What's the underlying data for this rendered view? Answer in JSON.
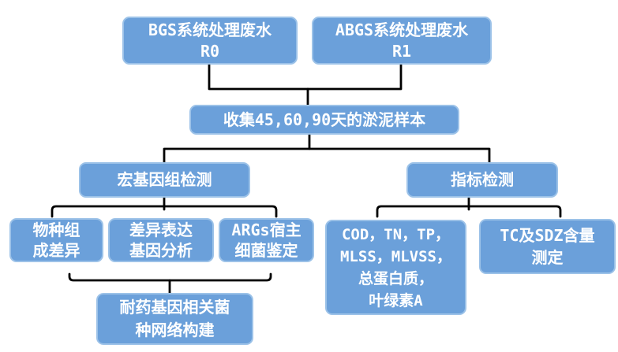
{
  "diagram": {
    "type": "flowchart",
    "colors": {
      "node_fill": "#6BA0DA",
      "node_border": "#9CC2E8",
      "node_text": "#FFFFFF",
      "connector": "#000000",
      "background": "#FFFFFF"
    },
    "nodes": {
      "bgs": {
        "lines": [
          "BGS系统处理废水",
          "R0"
        ]
      },
      "abgs": {
        "lines": [
          "ABGS系统处理废水",
          "R1"
        ]
      },
      "collect": {
        "lines": [
          "收集45,60,90天的淤泥样本"
        ]
      },
      "metagenome": {
        "lines": [
          "宏基因组检测"
        ]
      },
      "indicator": {
        "lines": [
          "指标检测"
        ]
      },
      "species": {
        "lines": [
          "物种组",
          "成差异"
        ]
      },
      "diffexpr": {
        "lines": [
          "差异表达",
          "基因分析"
        ]
      },
      "args_host": {
        "lines": [
          "ARGs宿主",
          "细菌鉴定"
        ]
      },
      "cod": {
        "lines": [
          "COD，TN，TP，",
          "MLSS，MLVSS，",
          "总蛋白质，",
          "叶绿素A"
        ]
      },
      "tc_sdz": {
        "lines": [
          "TC及SDZ含量",
          "测定"
        ]
      },
      "network": {
        "lines": [
          "耐药基因相关菌",
          "种网络构建"
        ]
      }
    },
    "edges": [
      {
        "from": "bgs",
        "to": "collect"
      },
      {
        "from": "abgs",
        "to": "collect"
      },
      {
        "from": "collect",
        "to": "metagenome"
      },
      {
        "from": "collect",
        "to": "indicator"
      },
      {
        "from": "metagenome",
        "to": "species"
      },
      {
        "from": "metagenome",
        "to": "diffexpr"
      },
      {
        "from": "metagenome",
        "to": "args_host"
      },
      {
        "from": "indicator",
        "to": "cod"
      },
      {
        "from": "indicator",
        "to": "tc_sdz"
      },
      {
        "from": "species",
        "to": "network"
      },
      {
        "from": "diffexpr",
        "to": "network"
      },
      {
        "from": "args_host",
        "to": "network"
      }
    ]
  }
}
